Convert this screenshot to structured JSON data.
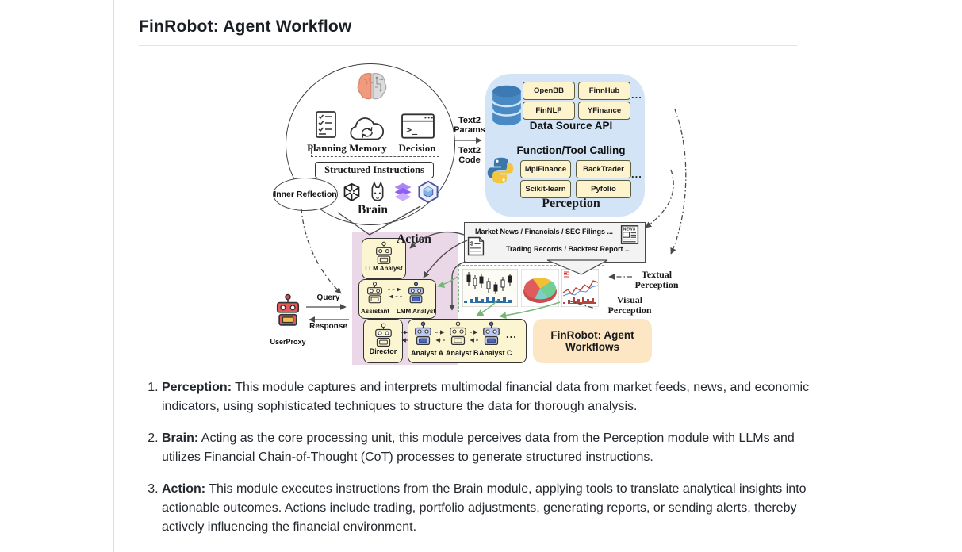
{
  "page": {
    "title": "FinRobot: Agent Workflow"
  },
  "brain": {
    "modules": [
      "Planning",
      "Memory",
      "Decision"
    ],
    "instructions": "Structured Instructions",
    "label": "Brain",
    "inner_reflection": "Inner Reflection"
  },
  "perception": {
    "data_source_title": "Data Source API",
    "apis": [
      "OpenBB",
      "FinnHub",
      "FinNLP",
      "YFinance"
    ],
    "tool_title": "Function/Tool Calling",
    "tools": [
      "MplFinance",
      "BackTrader",
      "Scikit-learn",
      "Pyfolio"
    ],
    "label": "Perception",
    "ellipsis": "..."
  },
  "connectors": {
    "text2_params": "Text2 Params",
    "text2_code": "Text2 Code",
    "query": "Query",
    "response": "Response",
    "textual_perception": "Textual Perception",
    "visual_perception": "Visual Perception"
  },
  "market_data": {
    "line1": "Market News / Financials / SEC Filings ...",
    "line2": "Trading Records / Backtest Report ...",
    "news_icon_text": "NEWS",
    "doc_icon_text": "$"
  },
  "action": {
    "label": "Action",
    "llm_analyst": "LLM Analyst",
    "assistant": "Assistant",
    "lmm_analyst": "LMM Analyst",
    "director": "Director",
    "analyst_a": "Analyst A",
    "analyst_b": "Analyst B",
    "analyst_c": "Analyst C",
    "ellipsis": "..."
  },
  "workflows_box": {
    "label": "FinRobot: Agent Workflows"
  },
  "user_proxy": {
    "label": "UserProxy"
  },
  "modules_list": {
    "items": [
      {
        "term": "Perception:",
        "text": " This module captures and interprets multimodal financial data from market feeds, news, and economic indicators, using sophisticated techniques to structure the data for thorough analysis."
      },
      {
        "term": "Brain:",
        "text": " Acting as the core processing unit, this module perceives data from the Perception module with LLMs and utilizes Financial Chain-of-Thought (CoT) processes to generate structured instructions."
      },
      {
        "term": "Action:",
        "text": " This module executes instructions from the Brain module, applying tools to translate analytical insights into actionable outcomes. Actions include trading, portfolio adjustments, generating reports, or sending alerts, thereby actively influencing the financial environment."
      }
    ]
  },
  "colors": {
    "perception_panel": "#d2e4f5",
    "api_button": "#fdf3cc",
    "action_panel": "#ead8e9",
    "agent_box": "#fcf5d2",
    "workflows_box": "#fde6c3",
    "green_arrow": "#74b874"
  }
}
